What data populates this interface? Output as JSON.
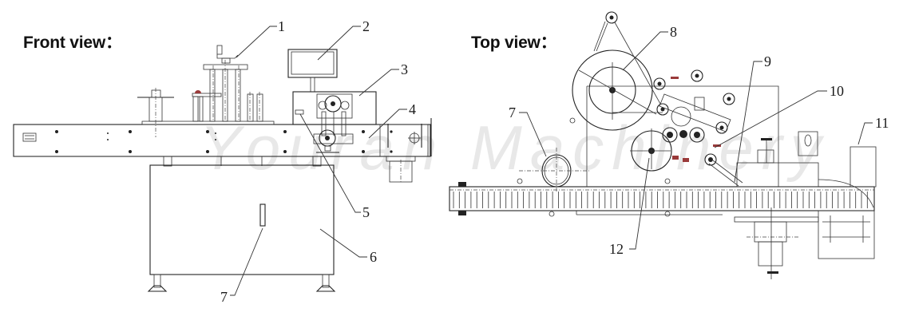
{
  "front_view": {
    "title": "Front view：",
    "callouts": [
      {
        "id": "1",
        "label": "1"
      },
      {
        "id": "2",
        "label": "2"
      },
      {
        "id": "3",
        "label": "3"
      },
      {
        "id": "4",
        "label": "4"
      },
      {
        "id": "5",
        "label": "5"
      },
      {
        "id": "6",
        "label": "6"
      },
      {
        "id": "7",
        "label": "7"
      }
    ]
  },
  "top_view": {
    "title": "Top view：",
    "callouts": [
      {
        "id": "7",
        "label": "7"
      },
      {
        "id": "8",
        "label": "8"
      },
      {
        "id": "9",
        "label": "9"
      },
      {
        "id": "10",
        "label": "10"
      },
      {
        "id": "11",
        "label": "11"
      },
      {
        "id": "12",
        "label": "12"
      }
    ]
  },
  "watermark": "Youran Machinery",
  "colors": {
    "line": "#222222",
    "accent_red": "#9a3a3a",
    "watermark": "#bebebe",
    "background": "#ffffff"
  }
}
